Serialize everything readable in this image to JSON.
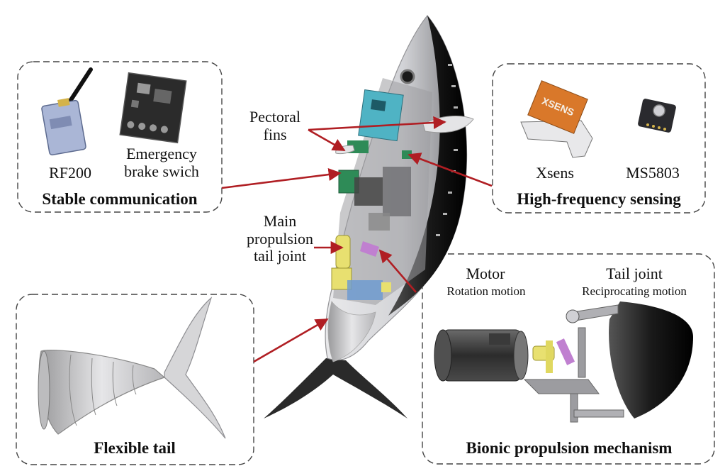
{
  "labels": {
    "stable_comm": "Stable communication",
    "rf200": "RF200",
    "emergency_line1": "Emergency",
    "emergency_line2": "brake swich",
    "pectoral_line1": "Pectoral",
    "pectoral_line2": "fins",
    "main_line1": "Main",
    "main_line2": "propulsion",
    "main_line3": "tail joint",
    "high_freq": "High-frequency sensing",
    "xsens": "Xsens",
    "ms5803": "MS5803",
    "xsens_logo": "XSENS",
    "motor": "Motor",
    "rotation": "Rotation motion",
    "tail_joint": "Tail joint",
    "reciprocating": "Reciprocating motion",
    "bionic": "Bionic propulsion mechanism",
    "flexible_tail": "Flexible tail"
  },
  "colors": {
    "arrow": "#b01e23",
    "box_border": "#444444",
    "board_green": "#2e8b57",
    "board_cyan": "#4fb3c4",
    "yellow_joint": "#e8e070",
    "purple_link": "#c080d0",
    "xsens_orange": "#d9782a",
    "body_dark": "#2a2a2a"
  }
}
